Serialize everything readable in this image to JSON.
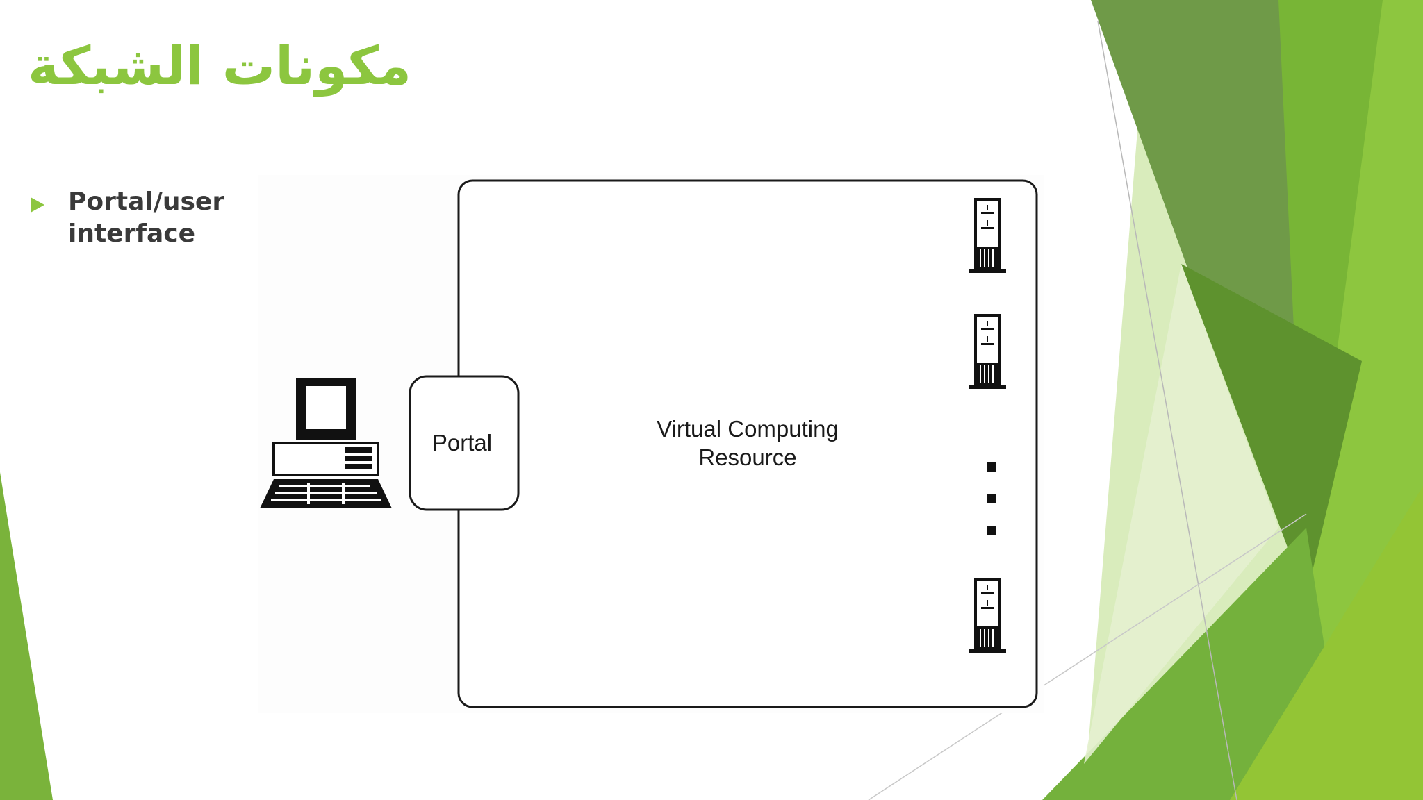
{
  "slide": {
    "title": "مكونات الشبكة",
    "bullets": [
      {
        "text": "Portal/user interface",
        "icon": "triangle-bullet-icon"
      }
    ]
  },
  "diagram": {
    "portal_label": "Portal",
    "resource_label_line1": "Virtual Computing",
    "resource_label_line2": "Resource",
    "icons": [
      "desktop-computer-icon",
      "server-tower-icon",
      "ellipsis-dots-icon"
    ]
  },
  "colors": {
    "accent": "#8cc63f",
    "dark_green": "#5a8f2f",
    "mid_green": "#77b23a",
    "light_green": "#d7ebb5",
    "text": "#3a3a3a"
  }
}
